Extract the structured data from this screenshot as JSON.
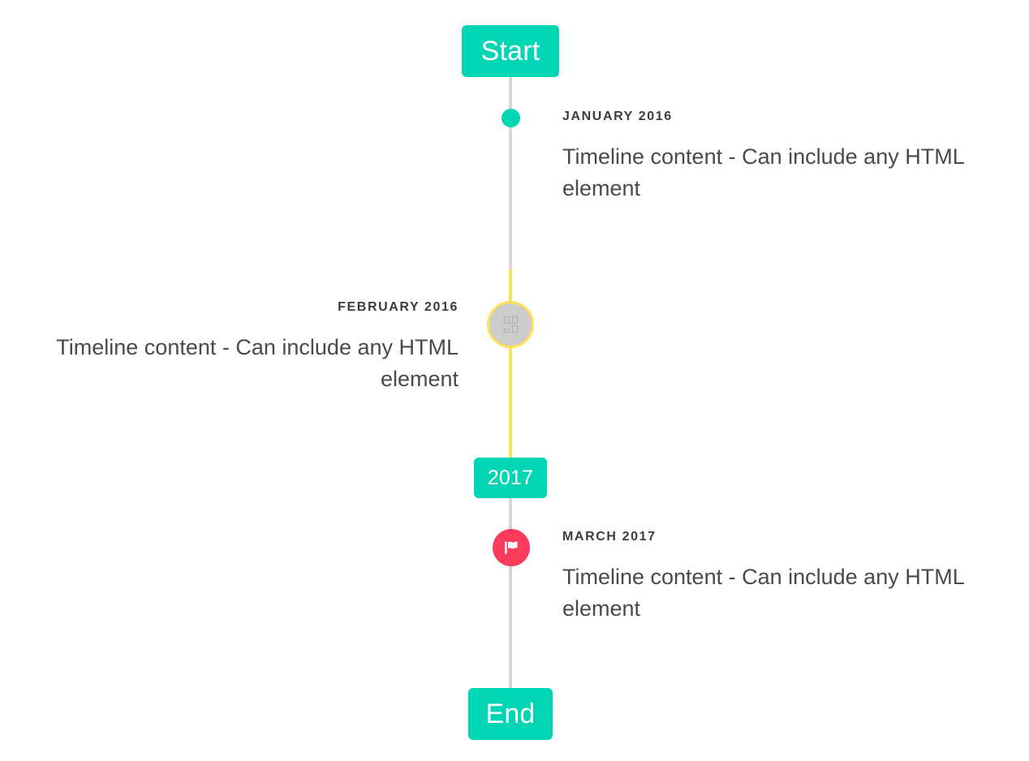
{
  "page": {
    "title": "Timeline",
    "background_color": "#ffffff"
  },
  "colors": {
    "accent_teal": "#00d6b4",
    "rail_gray": "#d6d6d6",
    "rail_yellow": "#ffe157",
    "marker_pink": "#fb3b5c",
    "marker_gray": "#cccccc",
    "text_dark": "#3c3c3c",
    "text_body": "#4a4a4a"
  },
  "caps": {
    "start_label": "Start",
    "year_label": "2017",
    "end_label": "End"
  },
  "entries": [
    {
      "date": "JANUARY 2016",
      "body": "Timeline content - Can include any HTML element",
      "side": "right",
      "marker": "dot-icon",
      "marker_color": "#00d6b4"
    },
    {
      "date": "FEBRUARY 2016",
      "body": "Timeline content - Can include any HTML element",
      "side": "left",
      "marker": "missing-glyph-icon",
      "marker_color": "#cccccc",
      "marker_border_color": "#ffe157"
    },
    {
      "date": "MARCH 2017",
      "body": "Timeline content - Can include any HTML element",
      "side": "right",
      "marker": "flag-icon",
      "marker_color": "#fb3b5c"
    }
  ]
}
